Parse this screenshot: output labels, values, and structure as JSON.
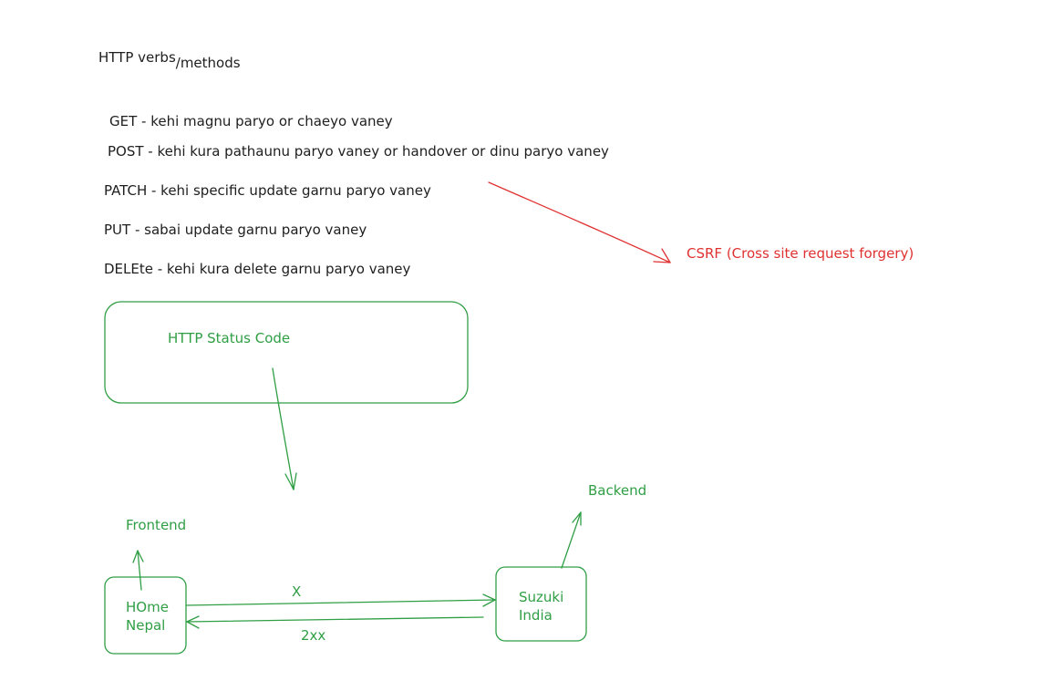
{
  "title": {
    "main": "HTTP verbs",
    "sub": "/methods"
  },
  "verbs": [
    {
      "text": "GET - kehi magnu paryo or chaeyo vaney"
    },
    {
      "text": "POST - kehi kura pathaunu paryo vaney or handover or dinu paryo vaney"
    },
    {
      "text": "PATCH - kehi specific update garnu paryo vaney"
    },
    {
      "text": "PUT - sabai update garnu paryo vaney"
    },
    {
      "text": "DELEte - kehi kura delete garnu paryo vaney"
    }
  ],
  "csrf_note": "CSRF (Cross site request forgery)",
  "status_box": {
    "label": "HTTP Status Code"
  },
  "frontend": {
    "caption": "Frontend",
    "line1": "HOme",
    "line2": "Nepal"
  },
  "backend": {
    "caption": "Backend",
    "line1": "Suzuki",
    "line2": "India"
  },
  "request_arrow": {
    "label": "X"
  },
  "response_arrow": {
    "label": "2xx"
  },
  "colors": {
    "ink": "#1e1e1e",
    "green": "#2f9e44",
    "red": "#e03131"
  }
}
